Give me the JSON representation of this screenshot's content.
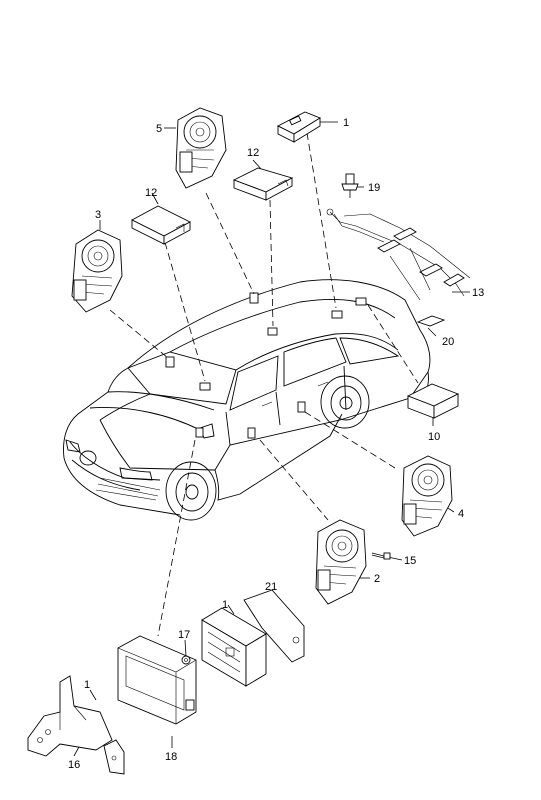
{
  "labels": {
    "l1_top": "1",
    "l1_bottom": "1",
    "l1_left": "1",
    "l2": "2",
    "l3": "3",
    "l4": "4",
    "l5": "5",
    "l10": "10",
    "l12_left": "12",
    "l12_right": "12",
    "l13": "13",
    "l15": "15",
    "l16": "16",
    "l17": "17",
    "l18": "18",
    "l19": "19",
    "l20": "20",
    "l21": "21"
  }
}
